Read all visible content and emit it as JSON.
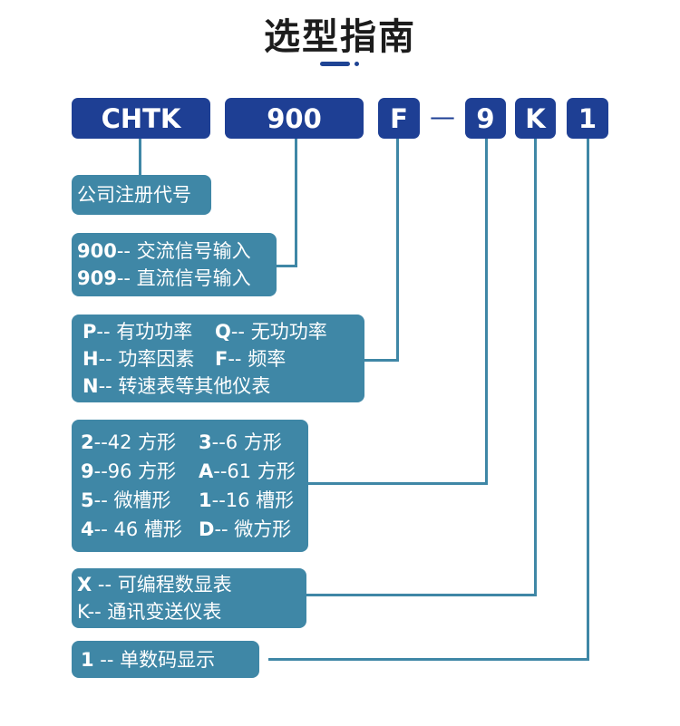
{
  "title": "选型指南",
  "codes": [
    "CHTK",
    "900",
    "F",
    "9",
    "K",
    "1"
  ],
  "dash": "—",
  "groups": {
    "company": {
      "text": "公司注册代号"
    },
    "input": [
      {
        "key": "900",
        "desc": "-- 交流信号输入"
      },
      {
        "key": "909",
        "desc": "-- 直流信号输入"
      }
    ],
    "function": [
      [
        {
          "key": "P",
          "desc": "-- 有功功率"
        },
        {
          "key": "Q",
          "desc": "-- 无功功率"
        }
      ],
      [
        {
          "key": "H",
          "desc": "-- 功率因素"
        },
        {
          "key": "F",
          "desc": "-- 频率"
        }
      ],
      [
        {
          "key": "N",
          "desc": "-- 转速表等其他仪表"
        }
      ]
    ],
    "size": [
      [
        {
          "key": "2",
          "desc": "--42 方形"
        },
        {
          "key": "3",
          "desc": "--6 方形"
        }
      ],
      [
        {
          "key": "9",
          "desc": "--96 方形"
        },
        {
          "key": "A",
          "desc": "--61 方形"
        }
      ],
      [
        {
          "key": "5",
          "desc": "-- 微槽形"
        },
        {
          "key": "1",
          "desc": "--16 槽形"
        }
      ],
      [
        {
          "key": "4",
          "desc": "-- 46 槽形"
        },
        {
          "key": "D",
          "desc": "-- 微方形"
        }
      ]
    ],
    "output": [
      {
        "key": "X",
        "desc": " -- 可编程数显表"
      },
      {
        "key": "",
        "desc": "K-- 通讯变送仪表"
      }
    ],
    "display": {
      "key": "1",
      "desc": " -- 单数码显示"
    }
  },
  "colors": {
    "code_bg": "#1e3f94",
    "box_bg": "#3f87a6",
    "line": "#3f87a6",
    "title": "#1c1c1c"
  }
}
